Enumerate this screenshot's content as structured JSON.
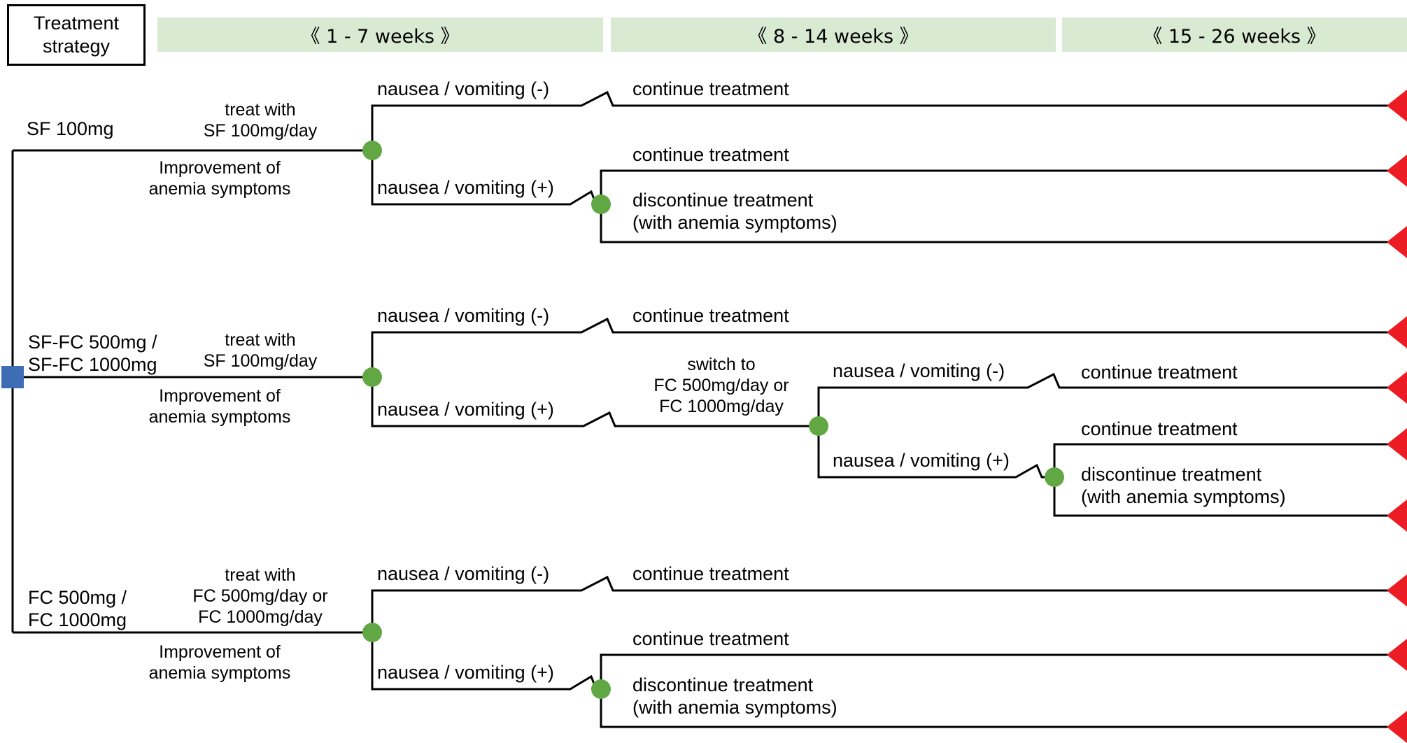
{
  "colors": {
    "band_green": "#d9ead3",
    "node_green": "#61a744",
    "root_blue": "#3d6eb5",
    "terminal_red": "#ec1c24",
    "line": "#000000"
  },
  "header": {
    "strategy_box": "Treatment\nstrategy",
    "periods": [
      "《 1 - 7 weeks 》",
      "《 8 - 14 weeks 》",
      "《 15 - 26 weeks 》"
    ]
  },
  "shared": {
    "nv_neg": "nausea / vomiting (-)",
    "nv_pos": "nausea / vomiting (+)",
    "continue": "continue treatment",
    "discontinue": "discontinue treatment\n(with anemia symptoms)",
    "improvement": "Improvement of\nanemia symptoms"
  },
  "branches": [
    {
      "name": "SF 100mg",
      "treat": "treat with\nSF 100mg/day"
    },
    {
      "name": "SF-FC 500mg /\nSF-FC 1000mg",
      "treat": "treat with\nSF 100mg/day",
      "switch": "switch to\nFC 500mg/day or\nFC 1000mg/day"
    },
    {
      "name": "FC 500mg /\nFC 1000mg",
      "treat": "treat with\nFC 500mg/day or\nFC 1000mg/day"
    }
  ]
}
